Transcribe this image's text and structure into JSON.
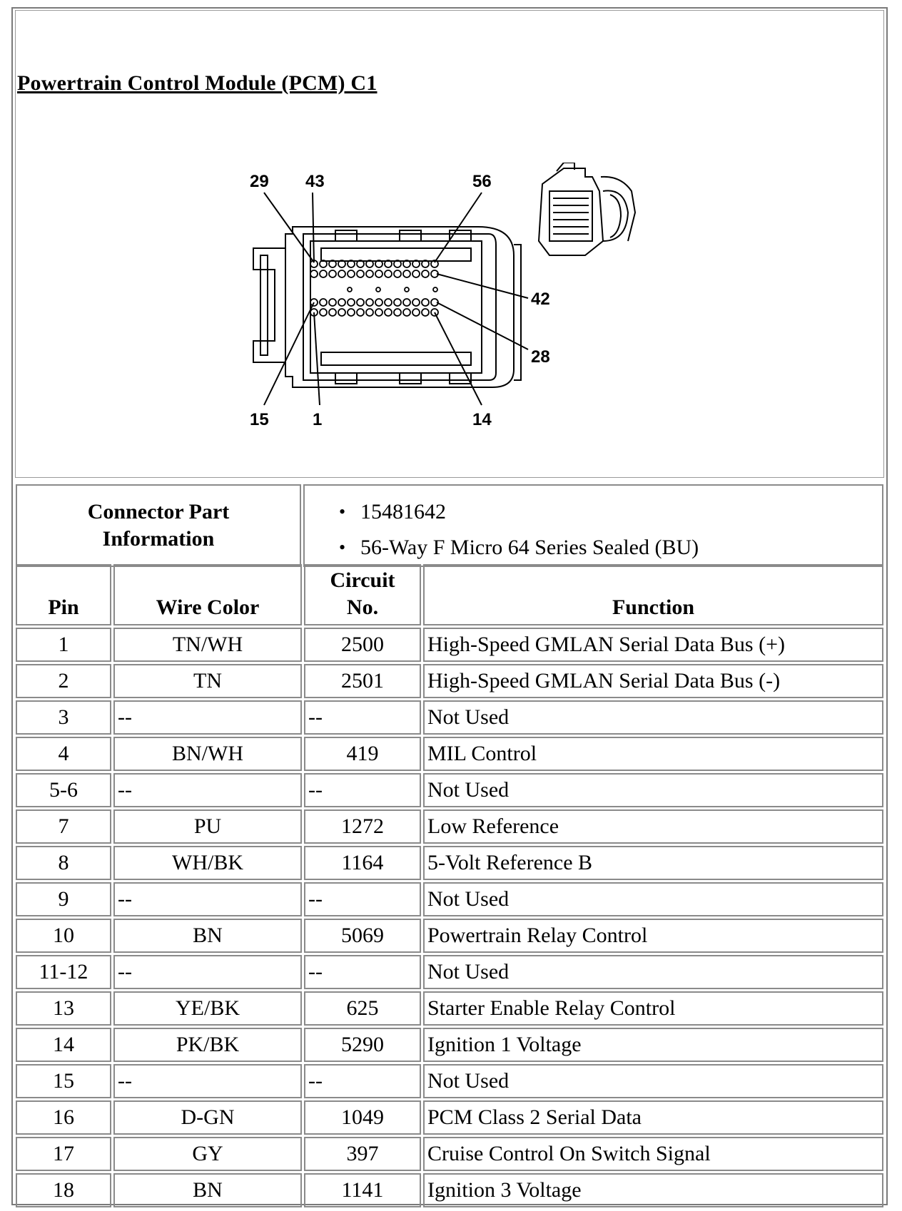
{
  "title": "Powertrain Control Module (PCM) C1",
  "diagram": {
    "pin_labels": [
      "29",
      "43",
      "56",
      "42",
      "28",
      "15",
      "1",
      "14"
    ]
  },
  "connector_info": {
    "heading_line1": "Connector Part",
    "heading_line2": "Information",
    "items": [
      "15481642",
      "56-Way F Micro 64 Series Sealed (BU)"
    ]
  },
  "pin_table": {
    "headers": {
      "pin": "Pin",
      "wire_color": "Wire Color",
      "circuit_line1": "Circuit",
      "circuit_line2": "No.",
      "function": "Function"
    },
    "rows": [
      {
        "pin": "1",
        "wire": "TN/WH",
        "circuit": "2500",
        "function": "High-Speed GMLAN Serial Data Bus (+)"
      },
      {
        "pin": "2",
        "wire": "TN",
        "circuit": "2501",
        "function": "High-Speed GMLAN Serial Data Bus (-)"
      },
      {
        "pin": "3",
        "wire": "--",
        "circuit": "--",
        "function": "Not Used"
      },
      {
        "pin": "4",
        "wire": "BN/WH",
        "circuit": "419",
        "function": "MIL Control"
      },
      {
        "pin": "5-6",
        "wire": "--",
        "circuit": "--",
        "function": "Not Used"
      },
      {
        "pin": "7",
        "wire": "PU",
        "circuit": "1272",
        "function": "Low Reference"
      },
      {
        "pin": "8",
        "wire": "WH/BK",
        "circuit": "1164",
        "function": "5-Volt Reference B"
      },
      {
        "pin": "9",
        "wire": "--",
        "circuit": "--",
        "function": "Not Used"
      },
      {
        "pin": "10",
        "wire": "BN",
        "circuit": "5069",
        "function": "Powertrain Relay Control"
      },
      {
        "pin": "11-12",
        "wire": "--",
        "circuit": "--",
        "function": "Not Used"
      },
      {
        "pin": "13",
        "wire": "YE/BK",
        "circuit": "625",
        "function": "Starter Enable Relay Control"
      },
      {
        "pin": "14",
        "wire": "PK/BK",
        "circuit": "5290",
        "function": "Ignition 1 Voltage"
      },
      {
        "pin": "15",
        "wire": "--",
        "circuit": "--",
        "function": "Not Used"
      },
      {
        "pin": "16",
        "wire": "D-GN",
        "circuit": "1049",
        "function": "PCM Class 2 Serial Data"
      },
      {
        "pin": "17",
        "wire": "GY",
        "circuit": "397",
        "function": "Cruise Control On Switch Signal"
      },
      {
        "pin": "18",
        "wire": "BN",
        "circuit": "1141",
        "function": "Ignition 3 Voltage"
      }
    ]
  }
}
